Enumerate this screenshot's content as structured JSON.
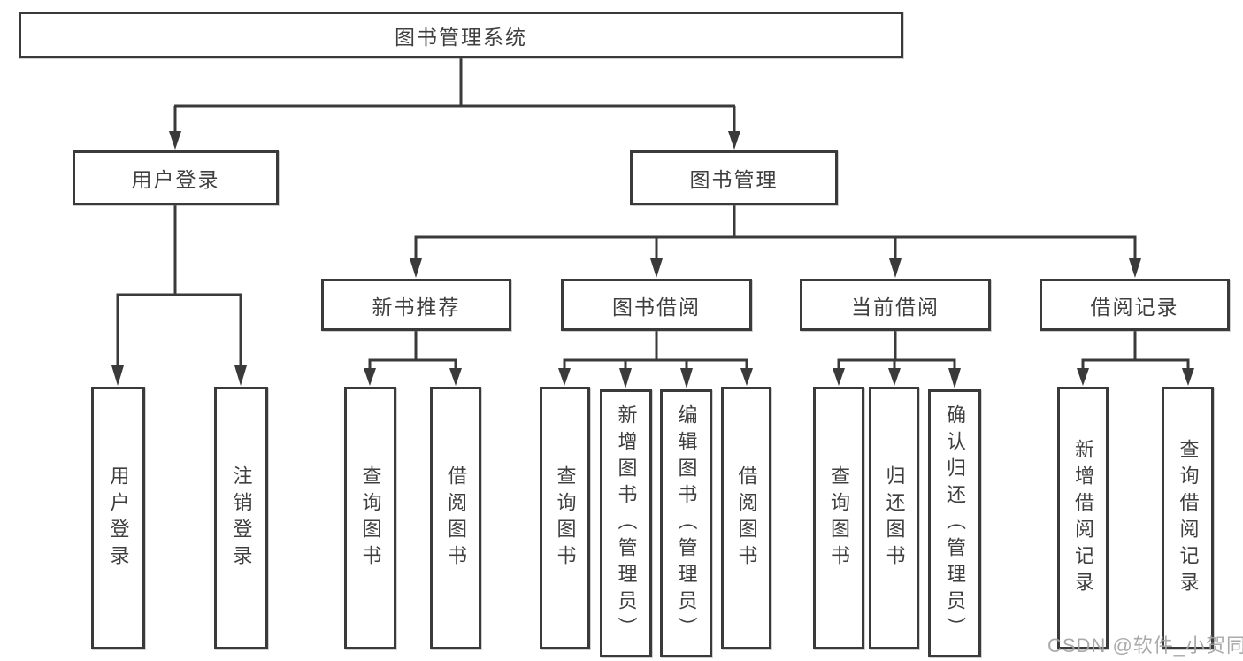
{
  "diagram": {
    "root": {
      "label": "图书管理系统"
    },
    "branches": {
      "user_login": {
        "label": "用户登录",
        "children": [
          "用户登录",
          "注销登录"
        ]
      },
      "book_mgmt": {
        "label": "图书管理",
        "sections": {
          "new_books": {
            "label": "新书推荐",
            "children": [
              "查询图书",
              "借阅图书"
            ]
          },
          "book_borrow": {
            "label": "图书借阅",
            "children": [
              "查询图书",
              "新增图书（管理员）",
              "编辑图书（管理员）",
              "借阅图书"
            ]
          },
          "current_borrow": {
            "label": "当前借阅",
            "children": [
              "查询图书",
              "归还图书",
              "确认归还（管理员）"
            ]
          },
          "borrow_records": {
            "label": "借阅记录",
            "children": [
              "新增借阅记录",
              "查询借阅记录"
            ]
          }
        }
      }
    }
  },
  "watermark": {
    "text": "CSDN @软件_小贺同学"
  },
  "colors": {
    "line": "#3a3a3a",
    "text": "#3f3f3f",
    "watermark": "#a3a3a3",
    "box_background": "#ffffff",
    "page_background": "#ffffff"
  }
}
